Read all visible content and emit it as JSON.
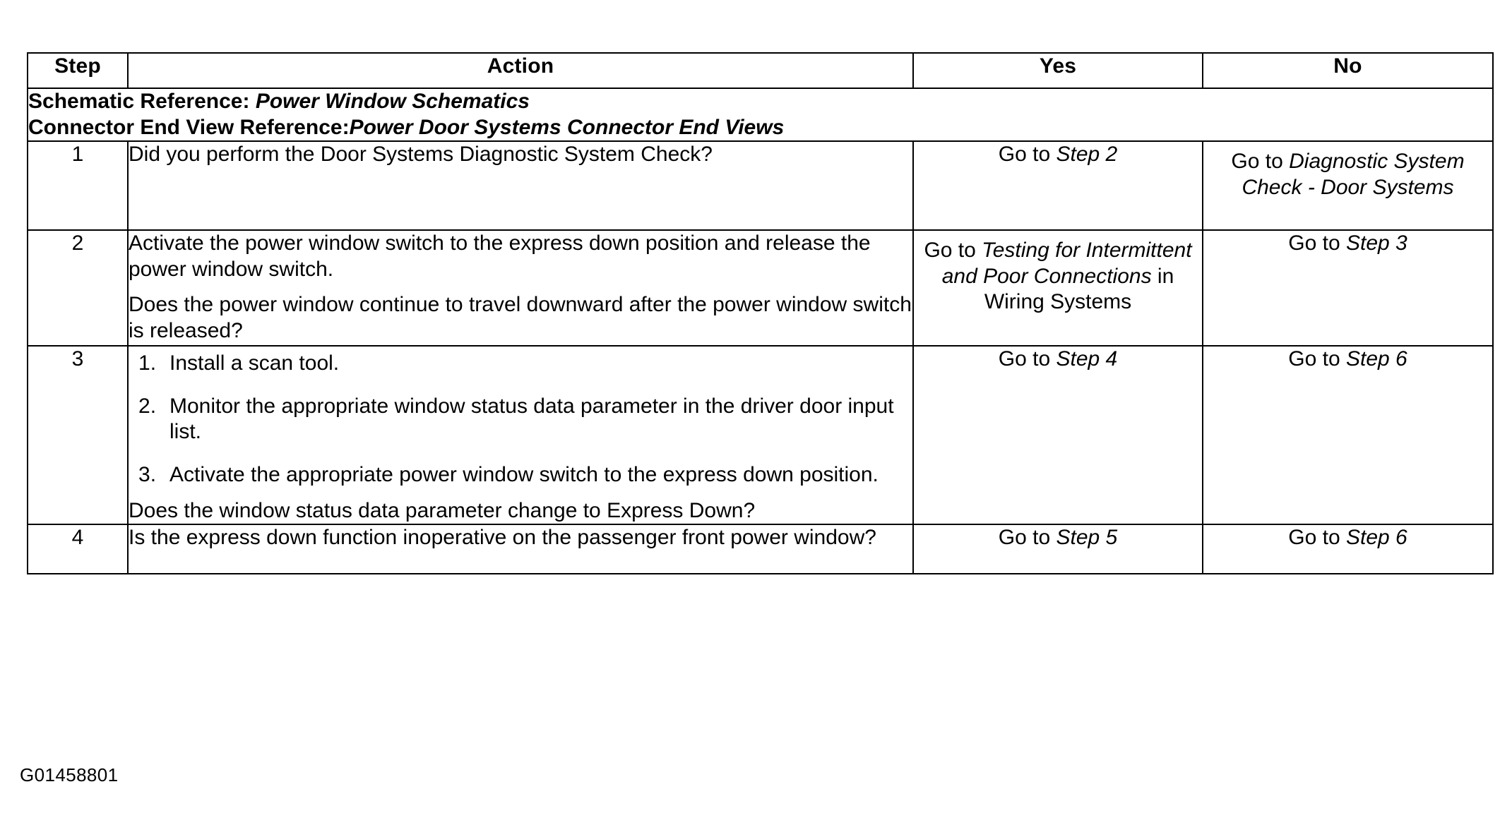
{
  "table": {
    "headers": {
      "step": "Step",
      "action": "Action",
      "yes": "Yes",
      "no": "No"
    },
    "references": [
      {
        "label": "Schematic Reference:",
        "value": "Power Window Schematics",
        "space_after_label": true
      },
      {
        "label": "Connector End View Reference:",
        "value": "Power Door Systems Connector End Views",
        "space_after_label": false
      }
    ],
    "rows": [
      {
        "step": "1",
        "action_paragraphs": [
          "Did you perform the Door Systems Diagnostic System Check?"
        ],
        "list_items": [],
        "yes": {
          "prefix": "Go to ",
          "target": "Step 2",
          "suffix": ""
        },
        "no": {
          "prefix": "Go to ",
          "target": "Diagnostic System Check - Door Systems",
          "suffix": ""
        }
      },
      {
        "step": "2",
        "action_paragraphs": [
          "Activate the power window switch to the express down position and release the power window switch.",
          "Does the power window continue to travel downward after the power window switch is released?"
        ],
        "list_items": [],
        "yes": {
          "prefix": "Go to ",
          "target": "Testing for Intermittent and Poor Connections",
          "suffix": " in Wiring Systems"
        },
        "no": {
          "prefix": "Go to ",
          "target": "Step 3",
          "suffix": ""
        }
      },
      {
        "step": "3",
        "action_paragraphs": [
          "Does the window status data parameter change to Express Down?"
        ],
        "list_items": [
          "Install a scan tool.",
          "Monitor the appropriate window status data parameter in the driver door input list.",
          "Activate the appropriate power window switch to the express down position."
        ],
        "yes": {
          "prefix": "Go to ",
          "target": "Step 4",
          "suffix": ""
        },
        "no": {
          "prefix": "Go to ",
          "target": "Step 6",
          "suffix": ""
        }
      },
      {
        "step": "4",
        "action_paragraphs": [
          "Is the express down function inoperative on the passenger front power window?"
        ],
        "list_items": [],
        "yes": {
          "prefix": "Go to ",
          "target": "Step 5",
          "suffix": ""
        },
        "no": {
          "prefix": "Go to ",
          "target": "Step 6",
          "suffix": ""
        }
      }
    ]
  },
  "figure_code": "G01458801",
  "colors": {
    "border": "#000000",
    "text": "#000000",
    "background": "#ffffff"
  }
}
